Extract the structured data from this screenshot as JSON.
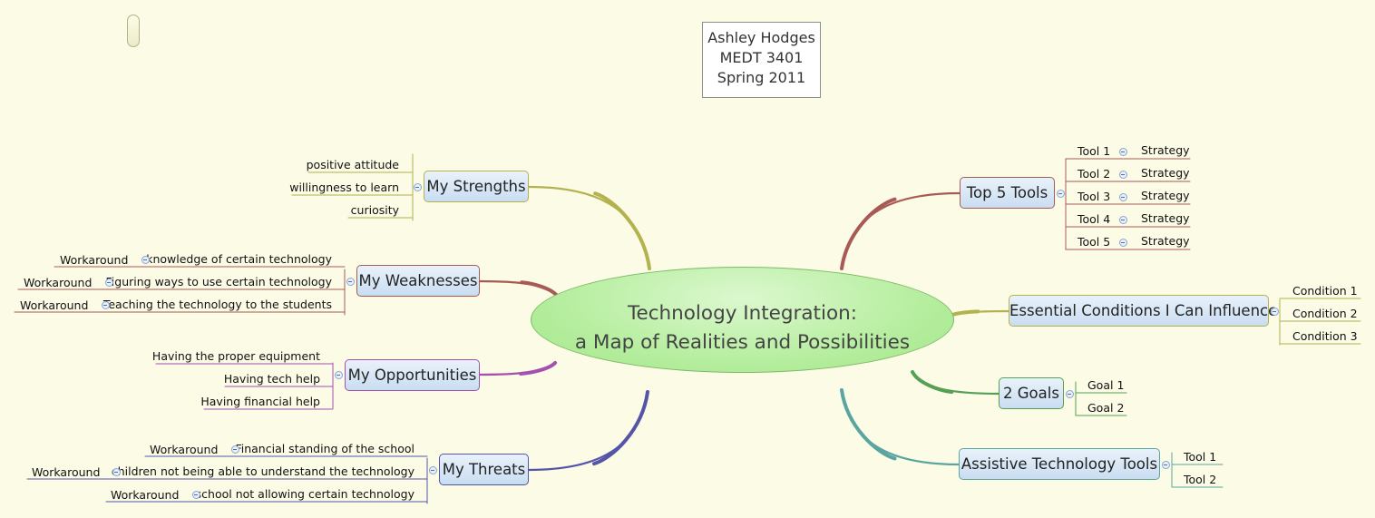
{
  "title_box": [
    "Ashley Hodges",
    "MEDT 3401",
    "Spring 2011"
  ],
  "center_topic": [
    "Technology Integration:",
    "a Map of Realities and Possibilities"
  ],
  "branches": {
    "strengths": {
      "label": "My Strengths",
      "items": [
        "positive attitude",
        "willingness to learn",
        "curiosity"
      ]
    },
    "weaknesses": {
      "label": "My Weaknesses",
      "items": [
        {
          "text": "knowledge of certain technology",
          "child": "Workaround"
        },
        {
          "text": "Figuring ways to use certain technology",
          "child": "Workaround"
        },
        {
          "text": "Teaching the technology to the students",
          "child": "Workaround"
        }
      ]
    },
    "opportunities": {
      "label": "My Opportunities",
      "items": [
        "Having the proper equipment",
        "Having tech help",
        "Having financial help"
      ]
    },
    "threats": {
      "label": "My Threats",
      "items": [
        {
          "text": "Financial standing of the school",
          "child": "Workaround"
        },
        {
          "text": "children not being able to understand the technology",
          "child": "Workaround"
        },
        {
          "text": "school not allowing certain technology",
          "child": "Workaround"
        }
      ]
    },
    "tools": {
      "label": "Top 5 Tools",
      "items": [
        {
          "text": "Tool 1",
          "child": "Strategy"
        },
        {
          "text": "Tool 2",
          "child": "Strategy"
        },
        {
          "text": "Tool 3",
          "child": "Strategy"
        },
        {
          "text": "Tool 4",
          "child": "Strategy"
        },
        {
          "text": "Tool 5",
          "child": "Strategy"
        }
      ]
    },
    "conditions": {
      "label": "Essential Conditions I Can Influence",
      "items": [
        "Condition 1",
        "Condition 2",
        "Condition 3"
      ]
    },
    "goals": {
      "label": "2 Goals",
      "items": [
        "Goal 1",
        "Goal 2"
      ]
    },
    "assistive": {
      "label": "Assistive Technology Tools",
      "items": [
        "Tool 1",
        "Tool 2"
      ]
    }
  },
  "colors": {
    "strengths": "#b3b24e",
    "weaknesses": "#a85a55",
    "opportunities": "#a350b0",
    "threats": "#5555a8",
    "tools": "#a85a55",
    "conditions": "#b3b24e",
    "goals": "#55a055",
    "assistive": "#5aa5a0"
  }
}
